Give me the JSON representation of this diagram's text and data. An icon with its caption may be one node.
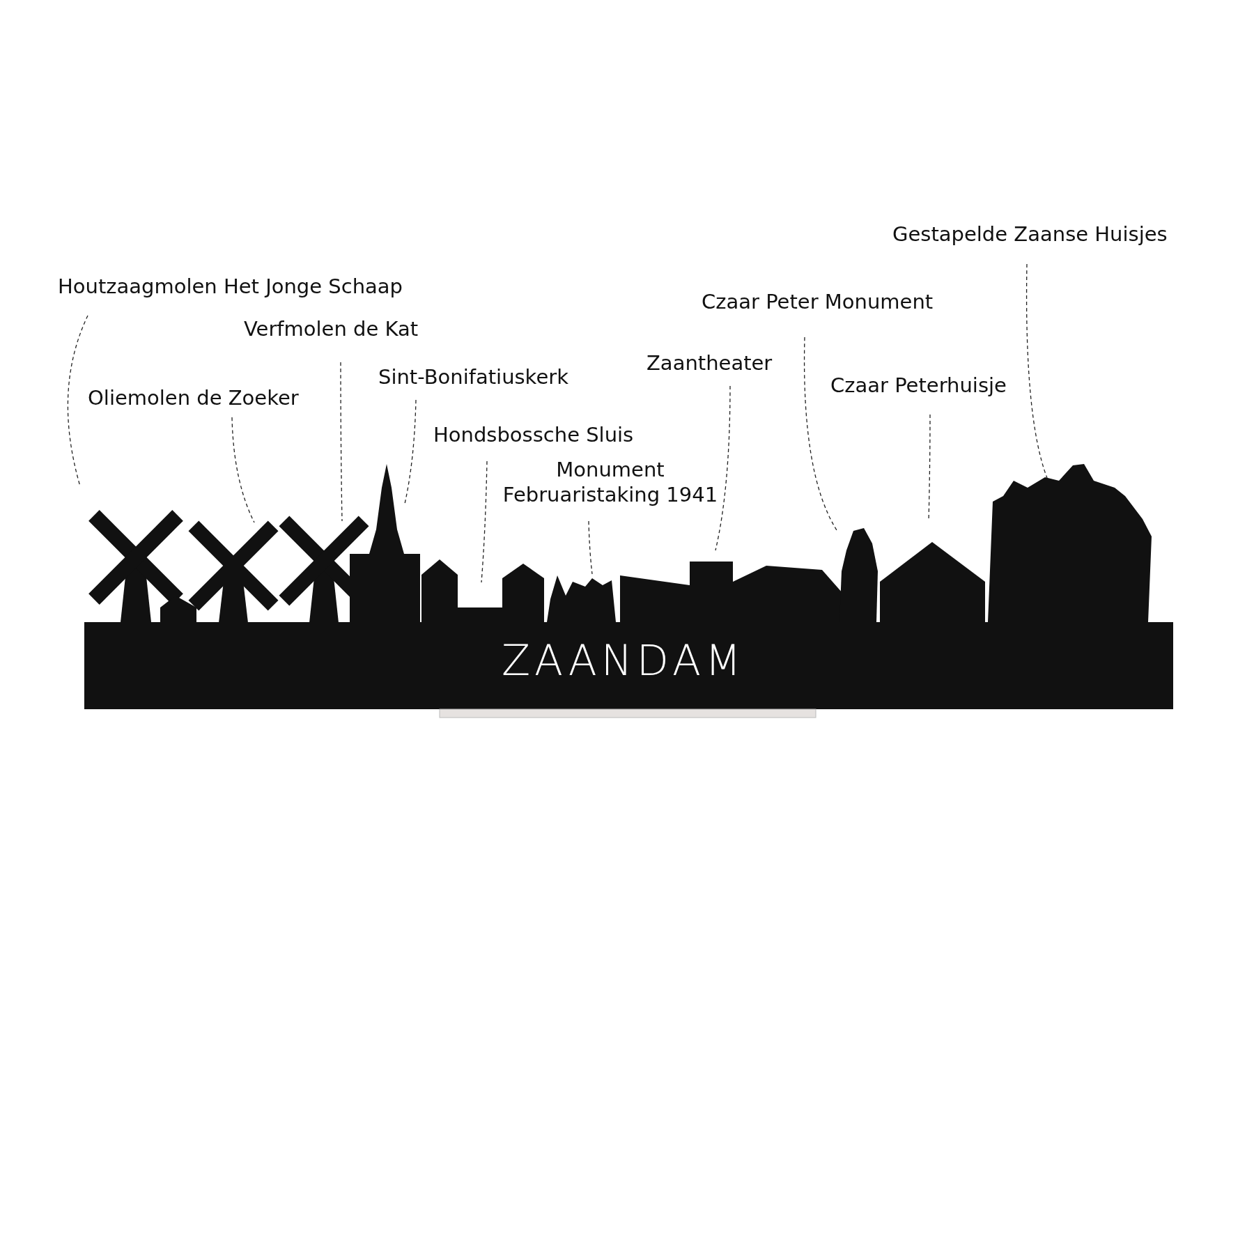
{
  "diagram": {
    "nodes": [
      {
        "text": [
          "Houtzaagmolen Het Jonge Schaap"
        ]
      },
      {
        "text": [
          "Oliemolen de Zoeker"
        ]
      },
      {
        "text": [
          "Verfmolen de Kat"
        ]
      },
      {
        "text": [
          "Sint-Bonifatiuskerk"
        ]
      },
      {
        "text": [
          "Hondsbossche Sluis"
        ]
      },
      {
        "text": [
          "Monument Februaristaking 1941"
        ]
      },
      {
        "text": [
          "Zaantheater"
        ]
      },
      {
        "text": [
          "Czaar Peter Monument"
        ]
      },
      {
        "text": [
          "Czaar Peterhuisje"
        ]
      },
      {
        "text": [
          "Gestapelde Zaanse Huisjes"
        ]
      }
    ],
    "edges": [
      {
        "from": 0,
        "to": null,
        "arrow": "none",
        "style": "dashed"
      },
      {
        "from": 1,
        "to": null,
        "arrow": "none",
        "style": "dashed"
      },
      {
        "from": 2,
        "to": null,
        "arrow": "none",
        "style": "dashed"
      },
      {
        "from": 3,
        "to": null,
        "arrow": "none",
        "style": "dashed"
      },
      {
        "from": 4,
        "to": null,
        "arrow": "none",
        "style": "dashed"
      },
      {
        "from": 5,
        "to": null,
        "arrow": "none",
        "style": "dashed"
      },
      {
        "from": 6,
        "to": null,
        "arrow": "none",
        "style": "dashed"
      },
      {
        "from": 7,
        "to": null,
        "arrow": "none",
        "style": "dashed"
      },
      {
        "from": 8,
        "to": null,
        "arrow": "none",
        "style": "dashed"
      },
      {
        "from": 9,
        "to": null,
        "arrow": "none",
        "style": "dashed"
      }
    ],
    "labels": [
      "ZAANDAM"
    ]
  }
}
